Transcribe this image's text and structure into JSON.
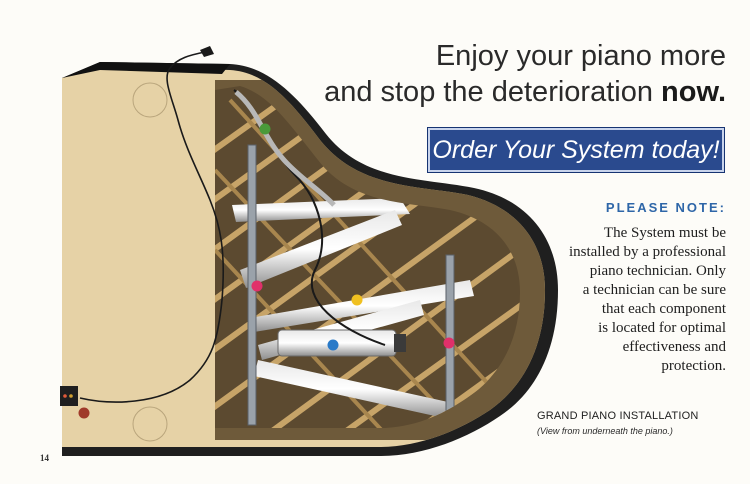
{
  "headline": {
    "line1": "Enjoy your piano more",
    "line2_prefix": "and stop the deterioration ",
    "line2_emphasis": "now."
  },
  "cta": {
    "label": "Order Your System today!"
  },
  "note": {
    "heading": "PLEASE NOTE:",
    "lines": [
      "The System must be",
      "installed by a professional",
      "piano technician. Only",
      "a technician can be sure",
      "that each component",
      "is located for optimal",
      "effectiveness and",
      "protection."
    ]
  },
  "caption": {
    "title": "GRAND PIANO INSTALLATION",
    "subtitle": "(View from underneath the piano.)"
  },
  "page_number": "14",
  "colors": {
    "cta_background": "#2a4a8e",
    "note_heading": "#2e66a8",
    "marker_green": "#4a9a3a",
    "marker_pink": "#e0306a",
    "marker_yellow": "#f0c020",
    "marker_blue": "#2a7ac8",
    "marker_red": "#a03a2a"
  }
}
